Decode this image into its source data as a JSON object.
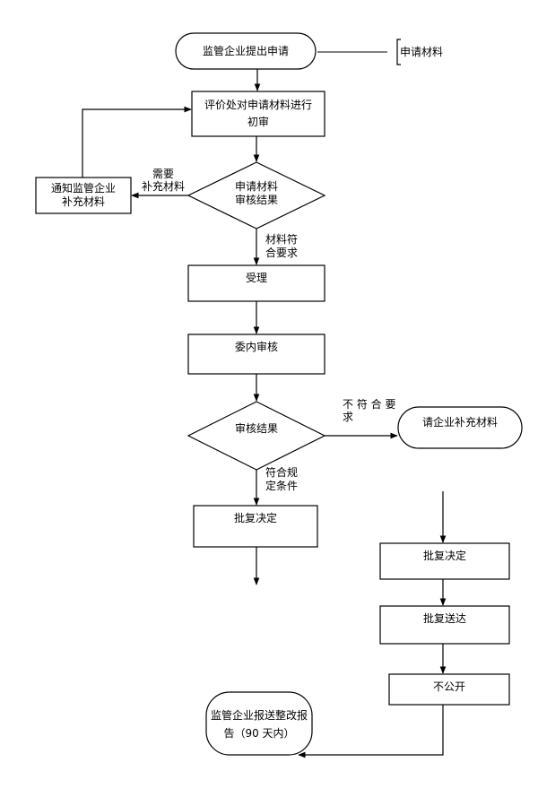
{
  "nodes": {
    "start": "监管企业提出申请",
    "materials_note": "申请材料",
    "initial_review": "评价处对申请材料进行\n初审",
    "decision1": "申请材料\n审核结果",
    "notify": "通知监管企业\n补充材料",
    "accept": "受理",
    "committee_review": "委内审核",
    "decision2": "审核结果",
    "request_supplement": "请企业补充材料",
    "approve_left": "批复决定",
    "approve_right": "批复决定",
    "send": "批复送达",
    "private": "不公开",
    "report": "监管企业报送整改报\n告（90 天内）"
  },
  "edge_labels": {
    "need_supplement": "需要\n补充材料",
    "meets_requirements": "材料符\n合要求",
    "not_meet": "不 符 合 要\n求",
    "meets_conditions": "符合规\n定条件"
  }
}
